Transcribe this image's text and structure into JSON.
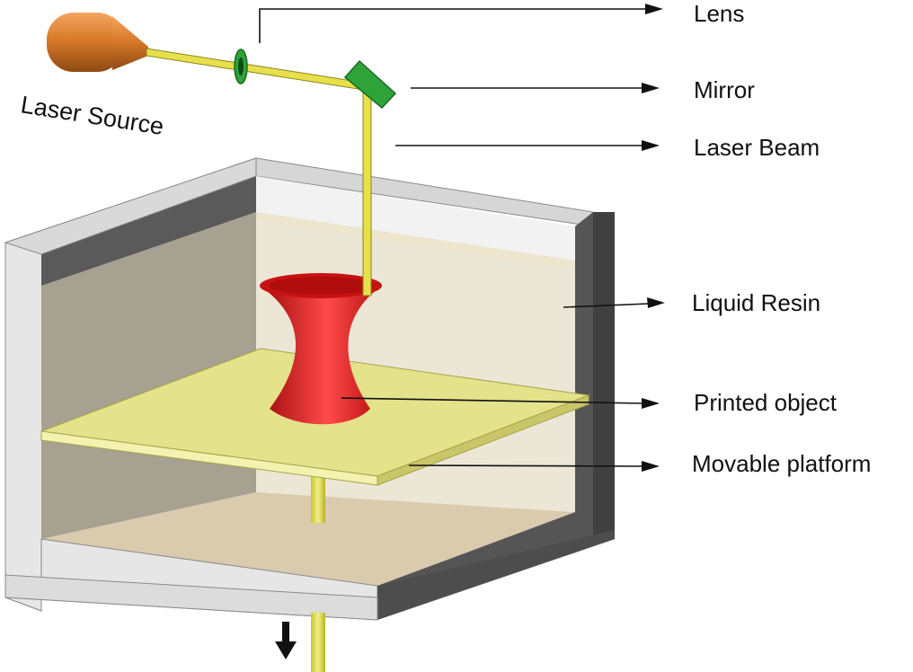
{
  "labels": {
    "lens": "Lens",
    "mirror": "Mirror",
    "laser_beam": "Laser Beam",
    "liquid_resin": "Liquid Resin",
    "printed_object": "Printed object",
    "movable_platform": "Movable platform",
    "laser_source": "Laser Source"
  },
  "colors": {
    "beam": "#e8e04a",
    "laser_body": "#d97a2a",
    "mirror": "#2fa33a",
    "object": "#d81818",
    "platform": "#e4e28a",
    "tank_face": "#e9e9e9",
    "tank_edge": "#4d4d4d",
    "resin": "#e8dcc0"
  }
}
